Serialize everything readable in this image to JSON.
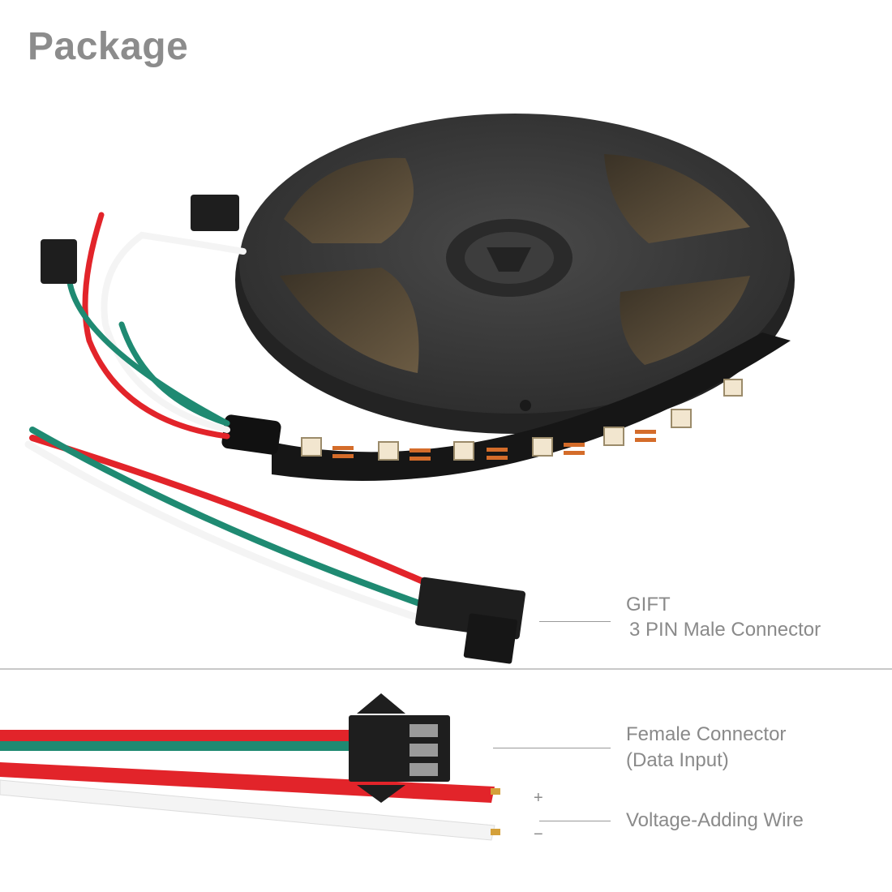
{
  "title": "Package",
  "gift": {
    "line1": "GIFT",
    "line2": "3 PIN Male Connector"
  },
  "female": {
    "line1": "Female Connector",
    "line2": "(Data Input)"
  },
  "voltage": {
    "plus": "+",
    "minus": "−",
    "label": "Voltage-Adding Wire"
  },
  "colors": {
    "wire_red": "#e2242a",
    "wire_green": "#1f8a72",
    "wire_white": "#f4f4f4",
    "reel": "#3c3c3c",
    "strip": "#161616",
    "connector": "#1e1e1e",
    "label_text": "#8a8a8a",
    "title_text": "#8c8c8c"
  }
}
